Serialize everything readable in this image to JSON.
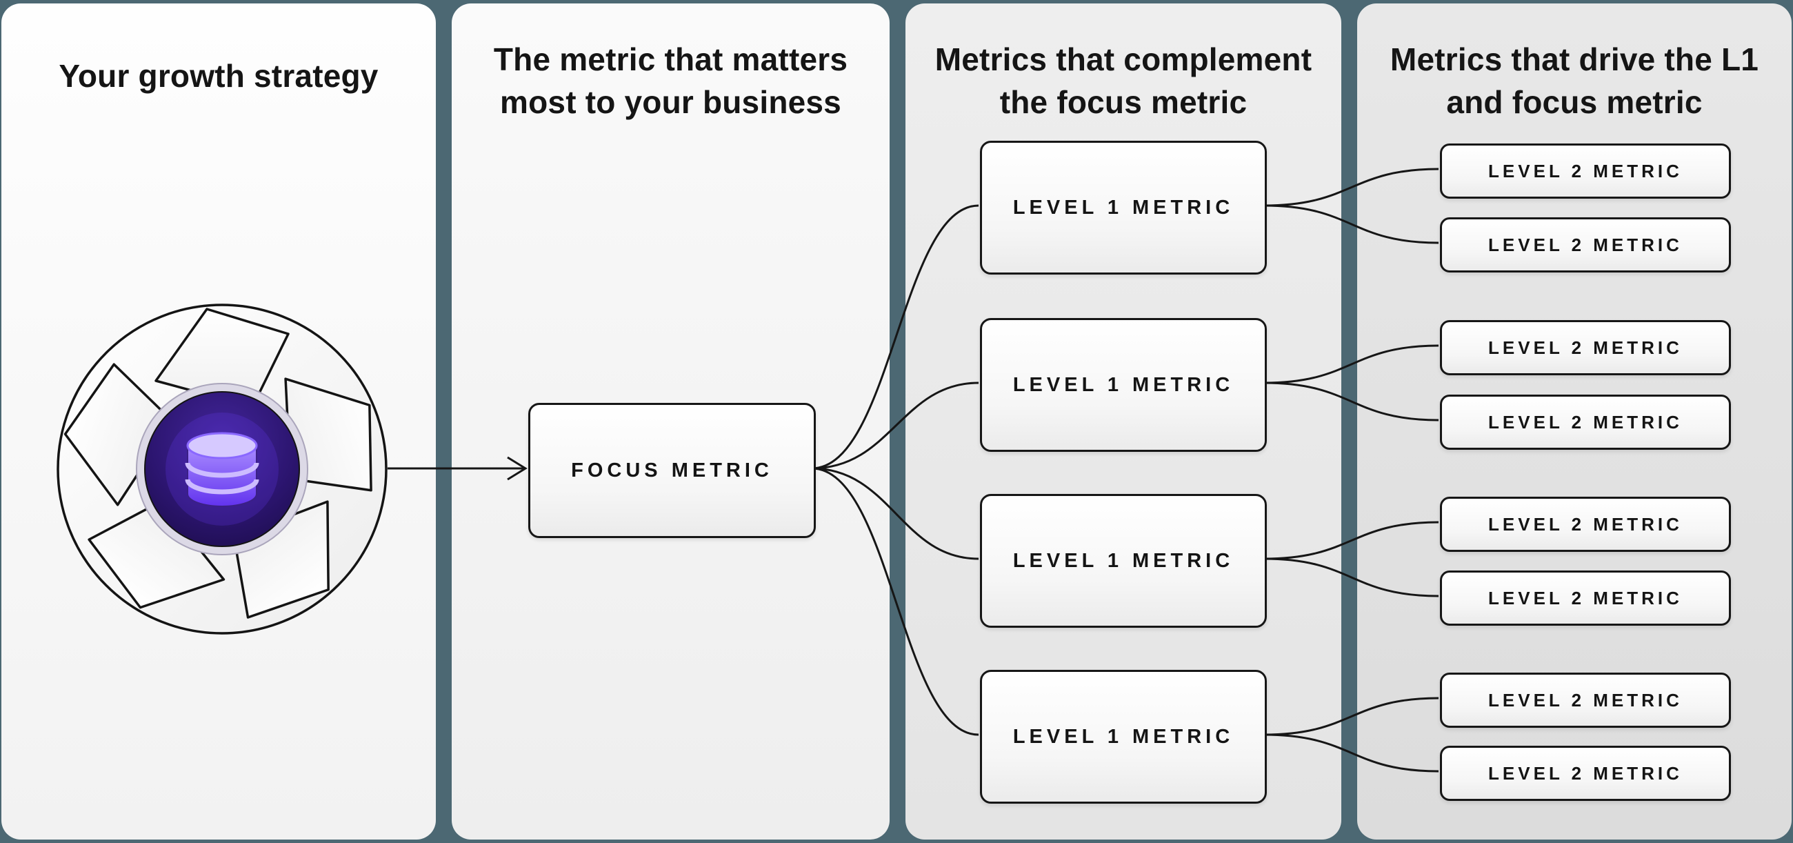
{
  "canvas": {
    "background_color": "#4c6873",
    "line_color": "#161616"
  },
  "columns": [
    {
      "title_lines": [
        "Your growth strategy"
      ],
      "icon": "flywheel-database-icon"
    },
    {
      "title_lines": [
        "The metric that matters",
        "most to your business"
      ],
      "focus_metric": {
        "label": "FOCUS METRIC"
      }
    },
    {
      "title_lines": [
        "Metrics that complement",
        "the focus metric"
      ],
      "items": [
        {
          "label": "LEVEL 1 METRIC"
        },
        {
          "label": "LEVEL 1 METRIC"
        },
        {
          "label": "LEVEL 1 METRIC"
        },
        {
          "label": "LEVEL 1 METRIC"
        }
      ]
    },
    {
      "title_lines": [
        "Metrics that drive the L1",
        "and focus metric"
      ],
      "items": [
        {
          "label": "LEVEL 2 METRIC"
        },
        {
          "label": "LEVEL 2 METRIC"
        },
        {
          "label": "LEVEL 2 METRIC"
        },
        {
          "label": "LEVEL 2 METRIC"
        },
        {
          "label": "LEVEL 2 METRIC"
        },
        {
          "label": "LEVEL 2 METRIC"
        },
        {
          "label": "LEVEL 2 METRIC"
        },
        {
          "label": "LEVEL 2 METRIC"
        }
      ]
    }
  ],
  "connections": {
    "strategy_to_focus": "arrow",
    "focus_to_level1_count": 4,
    "level1_to_level2_per_box": 2
  },
  "icon_colors": {
    "database_purple": "#6a3df5",
    "database_light": "#cdbcff",
    "inner_circle_dark": "#221055"
  }
}
